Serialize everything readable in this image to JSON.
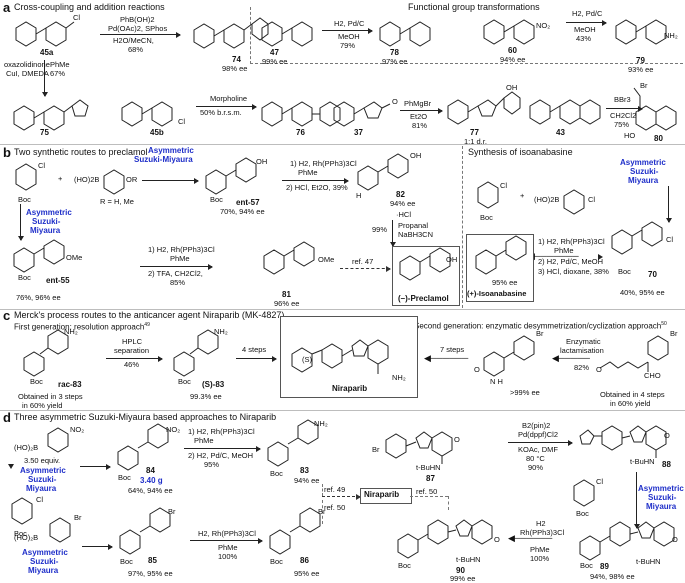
{
  "panels": {
    "a": {
      "label": "a",
      "title": "Cross-coupling and addition reactions",
      "title2": "Functional group transformations",
      "r1_reagents": [
        "PhB(OH)2",
        "Pd(OAc)2, SPhos",
        "H2O/MeCN,",
        "68%"
      ],
      "c45a": "45a",
      "c74": "74",
      "c74_ee": "98% ee",
      "oxaz": [
        "oxazolidinone",
        "CuI, DMEDA"
      ],
      "oxaz2": [
        "PhMe",
        "67%"
      ],
      "c75": "75",
      "c45b": "45b",
      "morph": [
        "Morpholine",
        "50% b.r.s.m."
      ],
      "c76": "76",
      "c47": "47",
      "c47_ee": "99% ee",
      "h2pd1": [
        "H2, Pd/C",
        "MeOH",
        "79%"
      ],
      "c78": "78",
      "c78_ee": "97% ee",
      "c60": "60",
      "c60_ee": "94% ee",
      "h2pd2": [
        "H2, Pd/C",
        "MeOH",
        "43%"
      ],
      "c79": "79",
      "c79_ee": "93% ee",
      "c37": "37",
      "phmgbr": [
        "PhMgBr",
        "Et2O",
        "81%"
      ],
      "c77": "77",
      "c77_dr": "1:1 d.r.",
      "c43": "43",
      "bbr3": [
        "BBr3",
        "CH2Cl2",
        "75%"
      ],
      "c80": "80"
    },
    "b": {
      "label": "b",
      "title": "Two synthetic routes to preclamol",
      "title2": "Synthesis of isoanabasine",
      "asm1": [
        "Asymmetric",
        "Suzuki-",
        "Miyaura"
      ],
      "asm_top": [
        "Asymmetric",
        "Suzuki-Miyaura"
      ],
      "rh_r": "R = H, Me",
      "boron": "(HO)2B",
      "ent57": "ent-57",
      "ent57_ee": "70%, 94% ee",
      "step1": [
        "1) H2, Rh(PPh3)3Cl",
        "PhMe",
        "2) HCl, Et2O, 39%"
      ],
      "c82": "82",
      "c82_ee": "94% ee",
      "c82_hcl": "·HCl",
      "prop": [
        "Propanal",
        "NaBH3CN"
      ],
      "prop_y": "99%",
      "ent55": "ent-55",
      "ent55_ee": "76%, 96% ee",
      "step2": [
        "1) H2, Rh(PPh3)3Cl",
        "PhMe",
        "2) TFA, CH2Cl2,",
        "85%"
      ],
      "c81": "81",
      "c81_ee": "96% ee",
      "ref47": "ref. 47",
      "preclamol": "(–)-Preclamol",
      "iso_asm": [
        "Asymmetric",
        "Suzuki-",
        "Miyaura"
      ],
      "iso_boron": "(HO)2B",
      "iso_step": [
        "1) H2, Rh(PPh3)3Cl",
        "PhMe",
        "2) H2, Pd/C, MeOH",
        "3) HCl, dioxane, 38%"
      ],
      "iso_ee": "95% ee",
      "iso_name": "(+)-Isoanabasine",
      "c70": "70",
      "c70_ee": "40%, 95% ee"
    },
    "c": {
      "label": "c",
      "title": "Merck's process routes to the anticancer agent Niraparib (MK-4827)",
      "first": "First generation: resolution approach",
      "first_ref": "49",
      "rac83": "rac-83",
      "rac83_note": [
        "Obtained in 3 steps",
        "in 60% yield"
      ],
      "hplc": [
        "HPLC",
        "separation",
        "46%"
      ],
      "s83": "(S)-83",
      "s83_ee": "99.3% ee",
      "steps4": "4 steps",
      "niraparib": "Niraparib",
      "second": "Second generation: enzymatic desymmetrization/cyclization approach",
      "second_ref": "50",
      "steps7": "7 steps",
      "enz": [
        "Enzymatic",
        "lactamisation",
        "82%"
      ],
      "lact_ee": ">99% ee",
      "ald_note": [
        "Obtained in 4 steps",
        "in 60% yield"
      ],
      "cho": "CHO"
    },
    "d": {
      "label": "d",
      "title": "Three asymmetric Suzuki-Miyaura based approaches to Niraparib",
      "nitro_eq": "3.50 equiv.",
      "asm_a": [
        "Asymmetric",
        "Suzuki-",
        "Miyaura"
      ],
      "c84": "84",
      "c84_g": "3.40 g",
      "c84_ee": "64%, 94% ee",
      "step84": [
        "1) H2, Rh(PPh3)3Cl",
        "PhMe",
        "2) H2, Pd/C, MeOH",
        "95%"
      ],
      "c83": "83",
      "c83_ee": "94% ee",
      "ref49": "ref. 49",
      "ref50a": "ref. 50",
      "ref50b": "ref. 50",
      "niraparib": "Niraparib",
      "asm_b": [
        "Asymmetric",
        "Suzuki-",
        "Miyaura"
      ],
      "c85": "85",
      "c85_ee": "97%, 95% ee",
      "step85": [
        "H2, Rh(PPh3)3Cl",
        "PhMe",
        "100%"
      ],
      "c86": "86",
      "c86_ee": "95% ee",
      "c87": "87",
      "bpin": [
        "B2(pin)2",
        "Pd(dppf)Cl2",
        "KOAc, DMF",
        "80 °C",
        "90%"
      ],
      "c88": "88",
      "asm_c": [
        "Asymmetric",
        "Suzuki-",
        "Miyaura"
      ],
      "c89": "89",
      "c89_ee": "94%, 98% ee",
      "step89": [
        "H2",
        "Rh(PPh3)3Cl",
        "PhMe",
        "100%"
      ],
      "c90": "90",
      "c90_ee": "99% ee",
      "tbuhn": "t-BuHN",
      "boc": "Boc"
    }
  }
}
